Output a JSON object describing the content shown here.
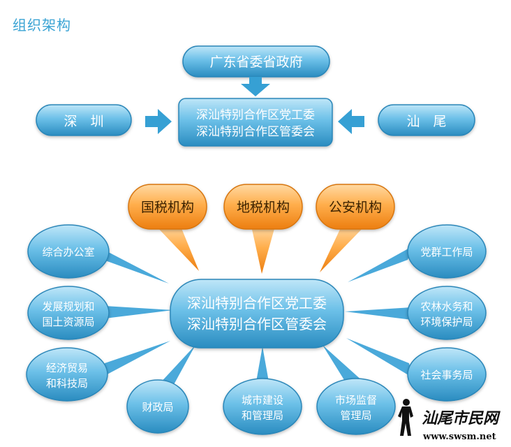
{
  "title": "组织架构",
  "top": {
    "province": "广东省委省政府",
    "left": "深　圳",
    "right": "汕　尾",
    "center_lines": [
      "深汕特别合作区党工委",
      "深汕特别合作区管委会"
    ]
  },
  "main": {
    "hub_lines": [
      "深汕特别合作区党工委",
      "深汕特别合作区管委会"
    ],
    "bubbles": [
      {
        "lines": [
          "国税机构"
        ]
      },
      {
        "lines": [
          "地税机构"
        ]
      },
      {
        "lines": [
          "公安机构"
        ]
      }
    ],
    "departments": [
      {
        "lines": [
          "综合办公室"
        ]
      },
      {
        "lines": [
          "发展规划和",
          "国土资源局"
        ]
      },
      {
        "lines": [
          "经济贸易",
          "和科技局"
        ]
      },
      {
        "lines": [
          "财政局"
        ]
      },
      {
        "lines": [
          "城市建设",
          "和管理局"
        ]
      },
      {
        "lines": [
          "市场监督",
          "管理局"
        ]
      },
      {
        "lines": [
          "社会事务局"
        ]
      },
      {
        "lines": [
          "农林水务和",
          "环境保护局"
        ]
      },
      {
        "lines": [
          "党群工作局"
        ]
      }
    ]
  },
  "watermark": {
    "brand": "汕尾市民网",
    "url": "www.swsm.net"
  },
  "colors": {
    "blue_light": "#8fd2ef",
    "blue_dark": "#2e8fc2",
    "orange_light": "#ffc27a",
    "orange_dark": "#ee8416",
    "arrow": "#36a0d4",
    "title": "#3aa3d4"
  }
}
